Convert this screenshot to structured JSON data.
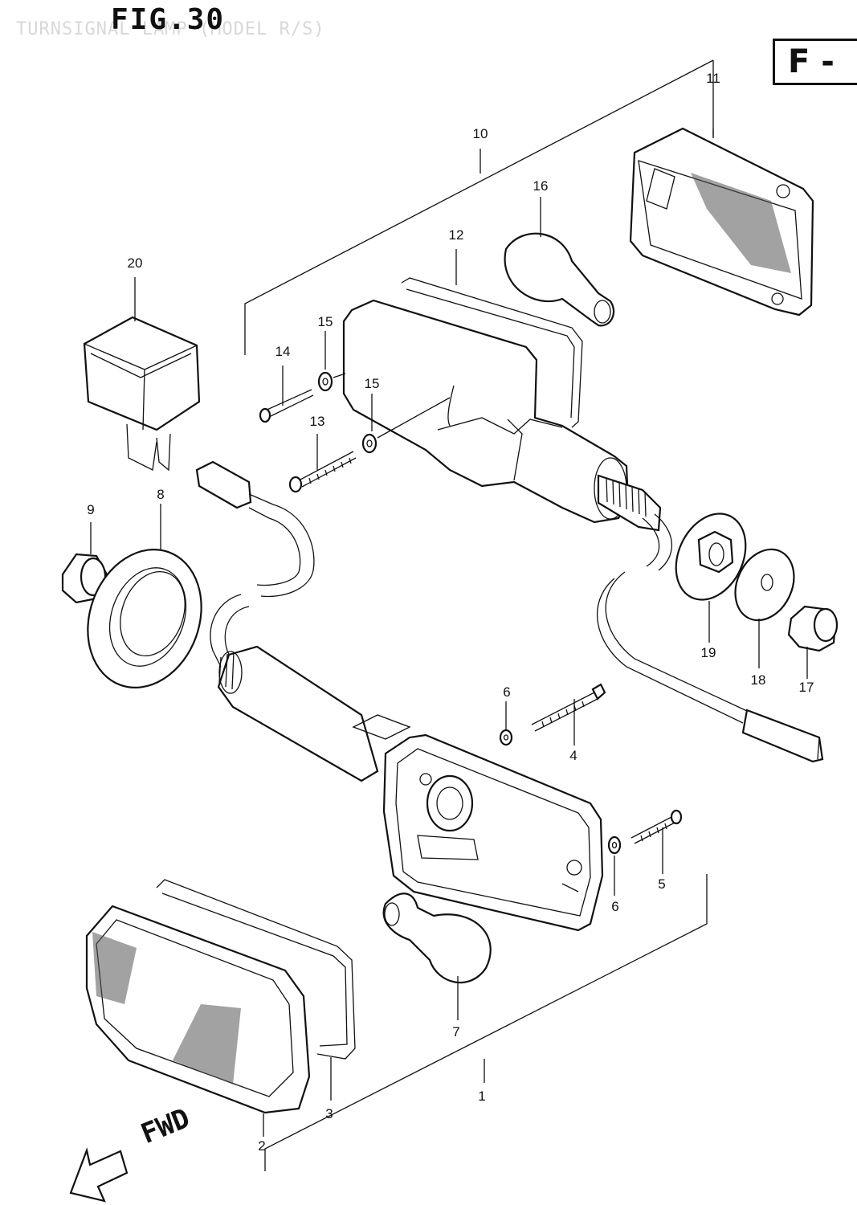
{
  "figure": {
    "title": "FIG.30",
    "subtitle_ghost": "TURNSIGNAL LAMP (MODEL R/S)",
    "section_code": "F -",
    "fwd_label": "FWD"
  },
  "callouts": {
    "c1": "1",
    "c2": "2",
    "c3": "3",
    "c4": "4",
    "c5": "5",
    "c6a": "6",
    "c6b": "6",
    "c7": "7",
    "c8": "8",
    "c9": "9",
    "c10": "10",
    "c11": "11",
    "c12": "12",
    "c13": "13",
    "c14": "14",
    "c15a": "15",
    "c15b": "15",
    "c16": "16",
    "c17": "17",
    "c18": "18",
    "c19": "19",
    "c20": "20"
  },
  "icons": {
    "fwd_arrow": "arrow-left-icon"
  },
  "colors": {
    "ink": "#111111",
    "paper": "#ffffff"
  }
}
